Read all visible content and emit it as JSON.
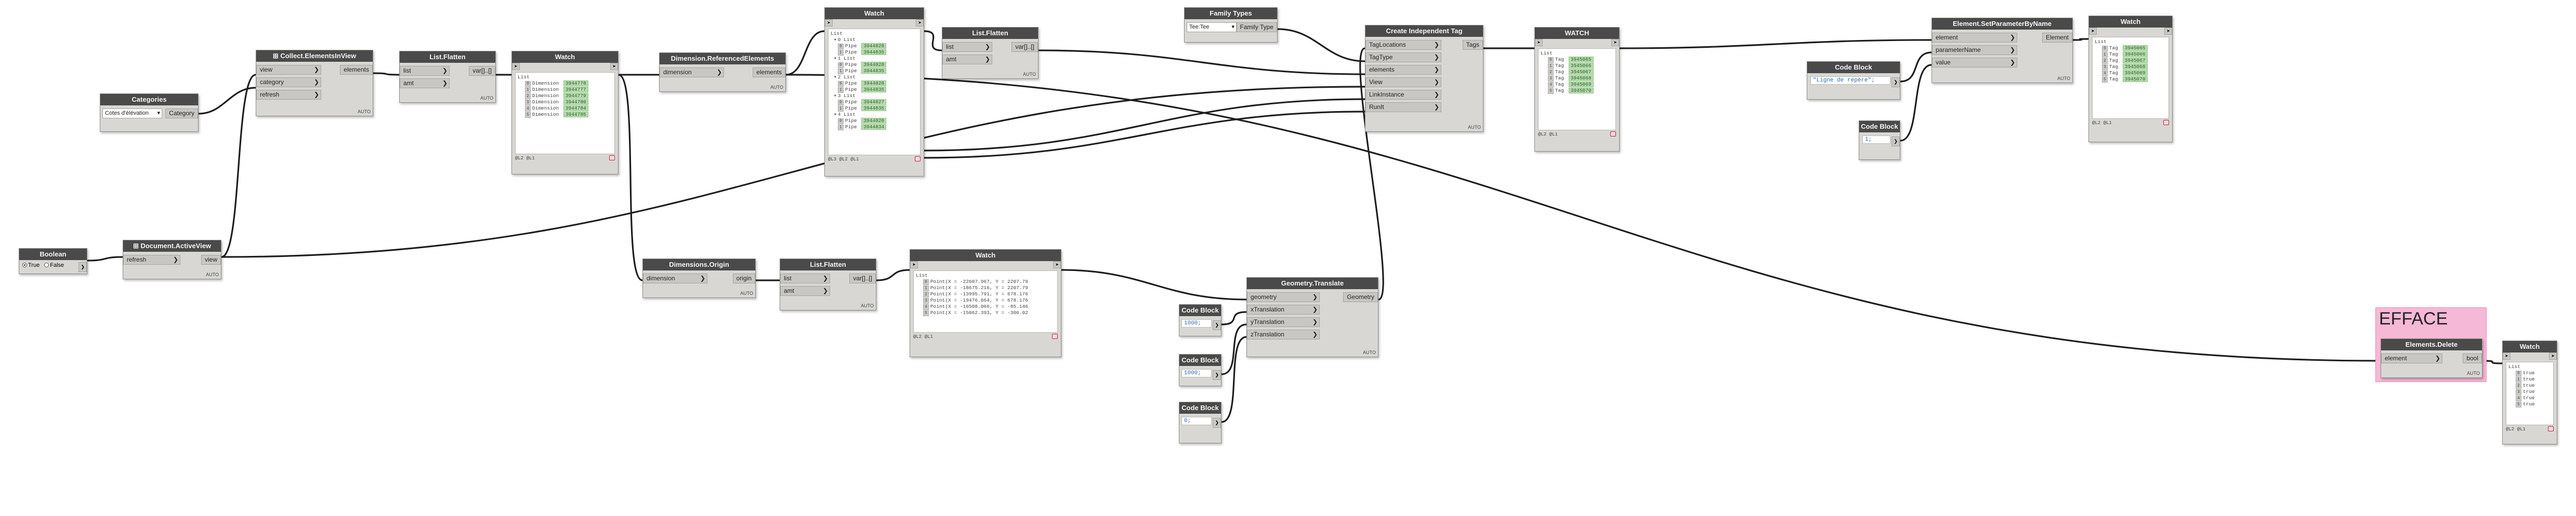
{
  "groups": {
    "efface": "EFFACE"
  },
  "nodes": {
    "categories": {
      "title": "Categories",
      "value": "Cotes d'élévation",
      "out": "Category"
    },
    "collect": {
      "title": "⊞ Collect.ElementsInView",
      "in": [
        "view",
        "category",
        "refresh"
      ],
      "out": "elements",
      "lacing": "AUTO"
    },
    "flatten1": {
      "title": "List.Flatten",
      "in": [
        "list",
        "amt"
      ],
      "out": "var[]..[]",
      "lacing": "AUTO"
    },
    "watch1": {
      "title": "Watch",
      "in": "➤",
      "out": "➤",
      "root": "List",
      "rows": [
        {
          "i": "0",
          "t": "Dimension",
          "id": "3944778"
        },
        {
          "i": "1",
          "t": "Dimension",
          "id": "3944777"
        },
        {
          "i": "2",
          "t": "Dimension",
          "id": "3944779"
        },
        {
          "i": "3",
          "t": "Dimension",
          "id": "3944780"
        },
        {
          "i": "4",
          "t": "Dimension",
          "id": "3944784"
        },
        {
          "i": "5",
          "t": "Dimension",
          "id": "3944785"
        }
      ],
      "footer": "@L2 @L1"
    },
    "refelems": {
      "title": "Dimension.ReferencedElements",
      "in": [
        "dimension"
      ],
      "out": "elements",
      "lacing": "AUTO"
    },
    "watch2": {
      "title": "Watch",
      "in": "➤",
      "out": "➤",
      "root": "List",
      "rows": [
        {
          "lvl": "0",
          "t": "List"
        },
        {
          "i": "0",
          "t": "Pipe",
          "id": "3944828"
        },
        {
          "i": "1",
          "t": "Pipe",
          "id": "3944835"
        },
        {
          "lvl": "1",
          "t": "List"
        },
        {
          "i": "0",
          "t": "Pipe",
          "id": "3944828"
        },
        {
          "i": "1",
          "t": "Pipe",
          "id": "3944835"
        },
        {
          "lvl": "2",
          "t": "List"
        },
        {
          "i": "0",
          "t": "Pipe",
          "id": "3944828"
        },
        {
          "i": "1",
          "t": "Pipe",
          "id": "3944835"
        },
        {
          "lvl": "3",
          "t": "List"
        },
        {
          "i": "0",
          "t": "Pipe",
          "id": "3944827"
        },
        {
          "i": "1",
          "t": "Pipe",
          "id": "3944835"
        },
        {
          "lvl": "4",
          "t": "List"
        },
        {
          "i": "0",
          "t": "Pipe",
          "id": "3944828"
        },
        {
          "i": "1",
          "t": "Pipe",
          "id": "3944834"
        }
      ],
      "footer": "@L3 @L2 @L1"
    },
    "flatten2": {
      "title": "List.Flatten",
      "in": [
        "list",
        "amt"
      ],
      "out": "var[]..[]",
      "lacing": "AUTO"
    },
    "familytypes": {
      "title": "Family Types",
      "value": "Tee:Tee",
      "out": "Family Type"
    },
    "createtag": {
      "title": "Create Independent Tag",
      "in": [
        "TagLocations",
        "TagType",
        "elements",
        "View",
        "LinkInstance",
        "RunIt"
      ],
      "out": "Tags",
      "lacing": "AUTO"
    },
    "watch3": {
      "title": "WATCH",
      "in": "➤",
      "out": "➤",
      "root": "List",
      "rows": [
        {
          "i": "0",
          "t": "Tag",
          "id": "3945065"
        },
        {
          "i": "1",
          "t": "Tag",
          "id": "3945066"
        },
        {
          "i": "2",
          "t": "Tag",
          "id": "3945067"
        },
        {
          "i": "3",
          "t": "Tag",
          "id": "3945068"
        },
        {
          "i": "4",
          "t": "Tag",
          "id": "3945069"
        },
        {
          "i": "5",
          "t": "Tag",
          "id": "3945070"
        }
      ],
      "footer": "@L2 @L1"
    },
    "setparam": {
      "title": "Element.SetParameterByName",
      "in": [
        "element",
        "parameterName",
        "value"
      ],
      "out": "Element",
      "lacing": "AUTO"
    },
    "codeblock1": {
      "title": "Code Block",
      "code": "\"Ligne de repère\";"
    },
    "codeblock2": {
      "title": "Code Block",
      "code": "1;"
    },
    "watch4": {
      "title": "Watch",
      "in": "➤",
      "out": "➤",
      "root": "List",
      "rows": [
        {
          "i": "0",
          "t": "Tag",
          "id": "3945065"
        },
        {
          "i": "1",
          "t": "Tag",
          "id": "3945066"
        },
        {
          "i": "2",
          "t": "Tag",
          "id": "3945067"
        },
        {
          "i": "3",
          "t": "Tag",
          "id": "3945068"
        },
        {
          "i": "4",
          "t": "Tag",
          "id": "3945069"
        },
        {
          "i": "5",
          "t": "Tag",
          "id": "3945070"
        }
      ],
      "footer": "@L2 @L1"
    },
    "boolean": {
      "title": "Boolean",
      "opt_true": "True",
      "opt_false": "False"
    },
    "activeview": {
      "title": "⊞ Document.ActiveView",
      "in": [
        "refresh"
      ],
      "out": "view",
      "lacing": "AUTO"
    },
    "origin": {
      "title": "Dimensions.Origin",
      "in": [
        "dimension"
      ],
      "out": "origin",
      "lacing": "AUTO"
    },
    "flatten3": {
      "title": "List.Flatten",
      "in": [
        "list",
        "amt"
      ],
      "out": "var[]..[]",
      "lacing": "AUTO"
    },
    "watch5": {
      "title": "Watch",
      "in": "➤",
      "out": "➤",
      "root": "List",
      "rows": [
        {
          "i": "0",
          "t": "Point(X = -22607.967, Y = 2207.79"
        },
        {
          "i": "1",
          "t": "Point(X = -18675.216, Y = 2207.79"
        },
        {
          "i": "2",
          "t": "Point(X = -13995.791, Y = 678.176"
        },
        {
          "i": "3",
          "t": "Point(X = -19476.664, Y = 678.176"
        },
        {
          "i": "4",
          "t": "Point(X = -16508.066, Y = -85.146"
        },
        {
          "i": "5",
          "t": "Point(X = -15062.393, Y = -306.02"
        }
      ],
      "footer": "@L2 @L1"
    },
    "translate": {
      "title": "Geometry.Translate",
      "in": [
        "geometry",
        "xTranslation",
        "yTranslation",
        "zTranslation"
      ],
      "out": "Geometry",
      "lacing": "AUTO"
    },
    "cbx": {
      "title": "Code Block",
      "code": "1000;"
    },
    "cby": {
      "title": "Code Block",
      "code": "1000;"
    },
    "cbz": {
      "title": "Code Block",
      "code": "0;"
    },
    "delete": {
      "title": "Elements.Delete",
      "in": [
        "element"
      ],
      "out": "bool",
      "lacing": "AUTO"
    },
    "watch6": {
      "title": "Watch",
      "in": "➤",
      "out": "➤",
      "root": "List",
      "rows": [
        {
          "i": "0",
          "t": "true"
        },
        {
          "i": "1",
          "t": "true"
        },
        {
          "i": "2",
          "t": "true"
        },
        {
          "i": "3",
          "t": "true"
        },
        {
          "i": "4",
          "t": "true"
        },
        {
          "i": "5",
          "t": "true"
        }
      ],
      "footer": "@L2 @L1"
    }
  }
}
